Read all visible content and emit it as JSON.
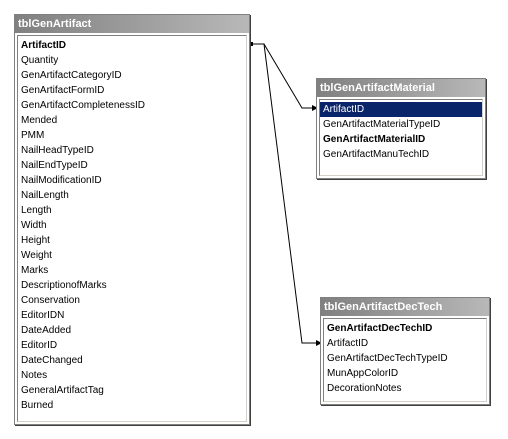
{
  "tables": {
    "gen_artifact": {
      "title": "tblGenArtifact",
      "fields": [
        {
          "label": "ArtifactID",
          "pk": true
        },
        {
          "label": "Quantity"
        },
        {
          "label": "GenArtifactCategoryID"
        },
        {
          "label": "GenArtifactFormID"
        },
        {
          "label": "GenArtifactCompletenessID"
        },
        {
          "label": "Mended"
        },
        {
          "label": "PMM"
        },
        {
          "label": "NailHeadTypeID"
        },
        {
          "label": "NailEndTypeID"
        },
        {
          "label": "NailModificationID"
        },
        {
          "label": "NailLength"
        },
        {
          "label": "Length"
        },
        {
          "label": "Width"
        },
        {
          "label": "Height"
        },
        {
          "label": "Weight"
        },
        {
          "label": "Marks"
        },
        {
          "label": "DescriptionofMarks"
        },
        {
          "label": "Conservation"
        },
        {
          "label": "EditorIDN"
        },
        {
          "label": "DateAdded"
        },
        {
          "label": "EditorID"
        },
        {
          "label": "DateChanged"
        },
        {
          "label": "Notes"
        },
        {
          "label": "GeneralArtifactTag"
        },
        {
          "label": "Burned"
        }
      ]
    },
    "gen_artifact_material": {
      "title": "tblGenArtifactMaterial",
      "fields": [
        {
          "label": "ArtifactID",
          "selected": true
        },
        {
          "label": "GenArtifactMaterialTypeID"
        },
        {
          "label": "GenArtifactMaterialID",
          "pk": true
        },
        {
          "label": "GenArtifactManuTechID"
        }
      ]
    },
    "gen_artifact_dec_tech": {
      "title": "tblGenArtifactDecTech",
      "fields": [
        {
          "label": "GenArtifactDecTechID",
          "pk": true
        },
        {
          "label": "ArtifactID"
        },
        {
          "label": "GenArtifactDecTechTypeID"
        },
        {
          "label": "MunAppColorID"
        },
        {
          "label": "DecorationNotes"
        }
      ]
    }
  },
  "colors": {
    "title_bar_start": "#808080",
    "title_bar_end": "#b8b8b8",
    "selection": "#0a246a",
    "relationship_line": "#000000"
  }
}
